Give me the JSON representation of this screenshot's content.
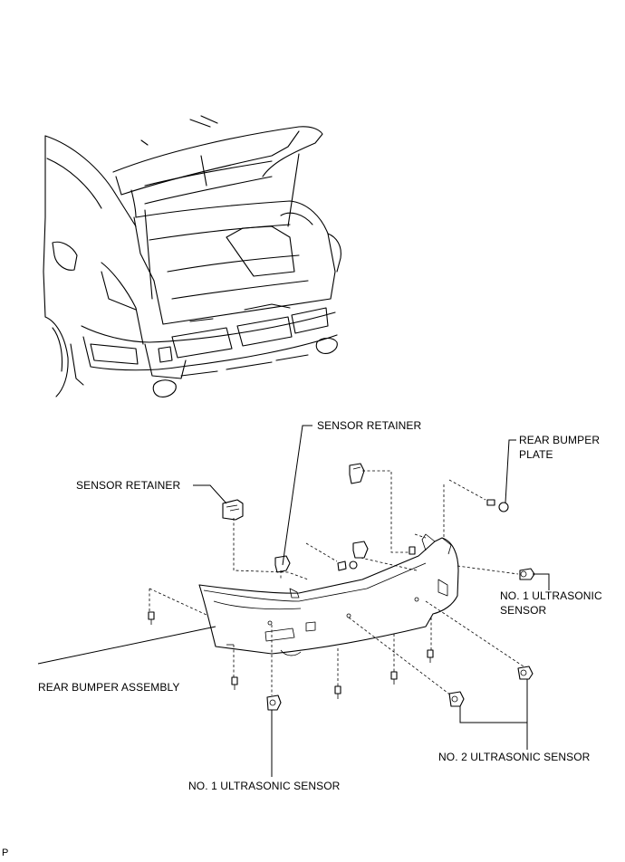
{
  "labels": {
    "sensor_retainer_top": "SENSOR RETAINER",
    "sensor_retainer_left": "SENSOR RETAINER",
    "rear_bumper_plate_line1": "REAR BUMPER",
    "rear_bumper_plate_line2": "PLATE",
    "no1_ultrasonic_right_line1": "NO. 1 ULTRASONIC",
    "no1_ultrasonic_right_line2": "SENSOR",
    "rear_bumper_assembly": "REAR BUMPER ASSEMBLY",
    "no2_ultrasonic_sensor": "NO. 2 ULTRASONIC SENSOR",
    "no1_ultrasonic_bottom": "NO. 1 ULTRASONIC SENSOR",
    "corner_mark": "P"
  }
}
